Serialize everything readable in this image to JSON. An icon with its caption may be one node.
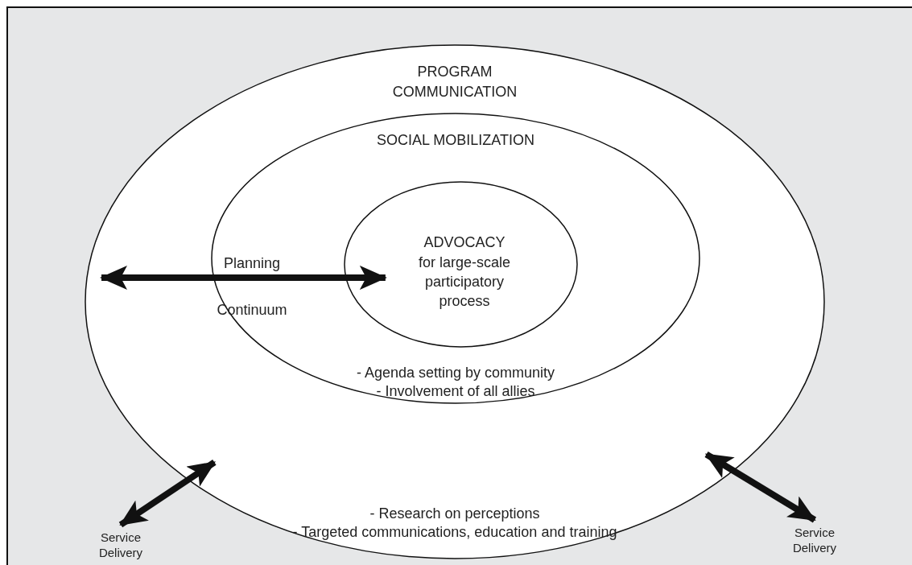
{
  "diagram": {
    "nodes": [
      {
        "text": [
          "PROGRAM COMMUNICATION",
          "- Research on perceptions",
          "- Targeted communications, education and training"
        ]
      },
      {
        "text": [
          "SOCIAL MOBILIZATION",
          "- Agenda setting by community",
          "- Involvement of all allies"
        ],
        "in": 0
      },
      {
        "text": [
          "ADVOCACY",
          "for large-scale participatory process"
        ],
        "in": 1
      },
      {
        "text": [
          "Service Delivery"
        ]
      },
      {
        "text": [
          "Service Delivery"
        ]
      }
    ],
    "edges": [
      {
        "from": null,
        "to": 2,
        "arrow": "both",
        "label": "Planning Continuum"
      },
      {
        "from": 3,
        "to": 0,
        "arrow": "both"
      },
      {
        "from": 4,
        "to": 0,
        "arrow": "both"
      }
    ]
  }
}
